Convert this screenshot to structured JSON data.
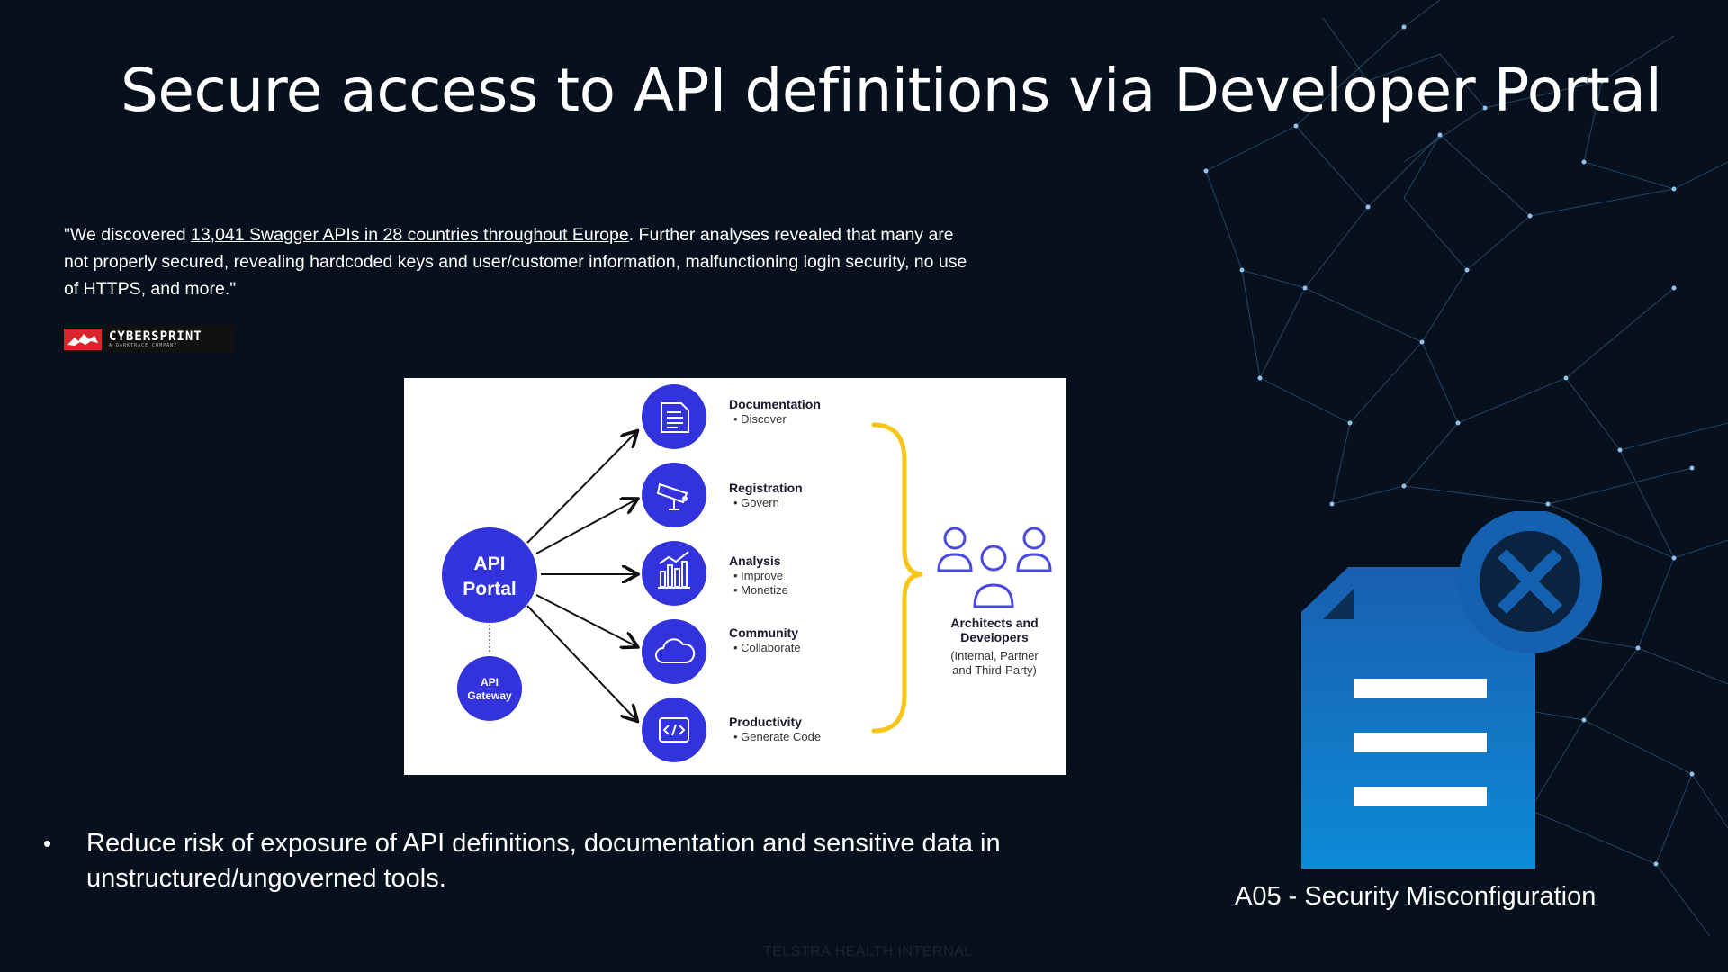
{
  "slide": {
    "title": "Secure access to API definitions via Developer Portal",
    "quote": {
      "prefix": "\"We discovered ",
      "link_text": "13,041 Swagger APIs in 28 countries throughout Europe",
      "suffix": ". Further analyses revealed that many are not properly secured, revealing hardcoded keys and user/customer information, malfunctioning login security, no use of HTTPS, and more.\""
    },
    "logo": {
      "name": "CYBERSPRINT",
      "tagline": "A DARKTRACE COMPANY"
    },
    "bullet": "Reduce risk of exposure of API definitions, documentation and sensitive data in unstructured/ungoverned tools.",
    "icon_caption": "A05 - Security Misconfiguration",
    "footer": "TELSTRA HEALTH INTERNAL"
  },
  "diagram": {
    "portal_line1": "API",
    "portal_line2": "Portal",
    "gateway_line1": "API",
    "gateway_line2": "Gateway",
    "features": [
      {
        "label": "Documentation",
        "bullets": [
          "• Discover"
        ],
        "icon": "document-icon"
      },
      {
        "label": "Registration",
        "bullets": [
          "• Govern"
        ],
        "icon": "camera-icon"
      },
      {
        "label": "Analysis",
        "bullets": [
          "• Improve",
          "• Monetize"
        ],
        "icon": "bar-chart-icon"
      },
      {
        "label": "Community",
        "bullets": [
          "• Collaborate"
        ],
        "icon": "cloud-icon"
      },
      {
        "label": "Productivity",
        "bullets": [
          "• Generate Code"
        ],
        "icon": "code-icon"
      }
    ],
    "audience": {
      "line1": "Architects and",
      "line2": "Developers",
      "line3": "(Internal, Partner",
      "line4": "and Third-Party)"
    },
    "colors": {
      "primary": "#3333dd",
      "brace": "#f5c518",
      "people": "#4a4ae0"
    }
  },
  "colors": {
    "background": "#07111d",
    "doc_icon": "#1a76c8",
    "doc_x": "#12427a"
  }
}
